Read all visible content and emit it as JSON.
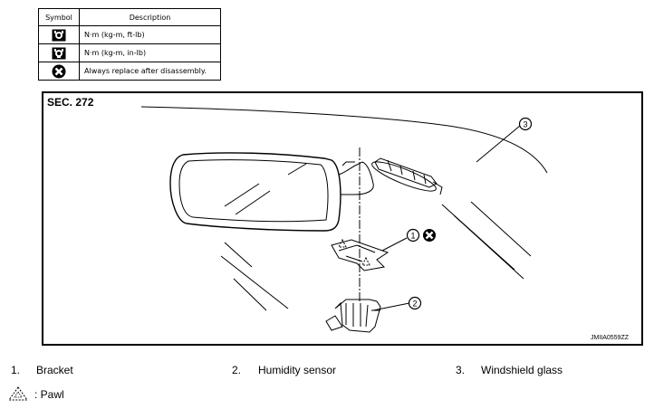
{
  "symbol_table": {
    "headers": [
      "Symbol",
      "Description"
    ],
    "rows": [
      {
        "icon": "torque-wrench-icon",
        "description": "N·m (kg-m, ft-lb)"
      },
      {
        "icon": "torque-wrench-inlb-icon",
        "description": "N·m (kg-m, in-lb)"
      },
      {
        "icon": "replace-x-icon",
        "description": "Always replace after disassembly."
      }
    ]
  },
  "figure": {
    "section": "SEC. 272",
    "code": "JMIIA0559ZZ",
    "callouts": [
      "1",
      "2",
      "3"
    ]
  },
  "legend": {
    "items": [
      {
        "number": "1.",
        "label": "Bracket"
      },
      {
        "number": "2.",
        "label": "Humidity sensor"
      },
      {
        "number": "3.",
        "label": "Windshield glass"
      }
    ],
    "pawl_label": ": Pawl"
  },
  "colors": {
    "line": "#000000",
    "background": "#ffffff"
  }
}
